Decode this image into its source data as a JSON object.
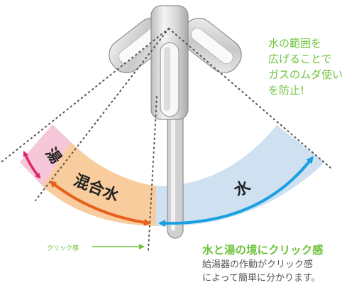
{
  "callout": {
    "lines": [
      "水の範囲を",
      "広げることで",
      "ガスのムダ使い",
      "を防止!"
    ]
  },
  "zones": {
    "hot_label": "湯",
    "mixed_label": "混合水",
    "cold_label": "水"
  },
  "click_small_label": "クリック感",
  "headline": "水と湯の境にクリック感",
  "note_lines": [
    "給湯器の作動がクリック感",
    "によって簡単に分かります。"
  ],
  "colors": {
    "hot": "#f5c7d8",
    "mixed": "#f8cc9c",
    "cold": "#cfe0f1",
    "hot_arrow": "#e0266c",
    "mixed_arrow": "#e8611c",
    "cold_arrow": "#19a0e0",
    "accent_text": "#6ec23a"
  }
}
